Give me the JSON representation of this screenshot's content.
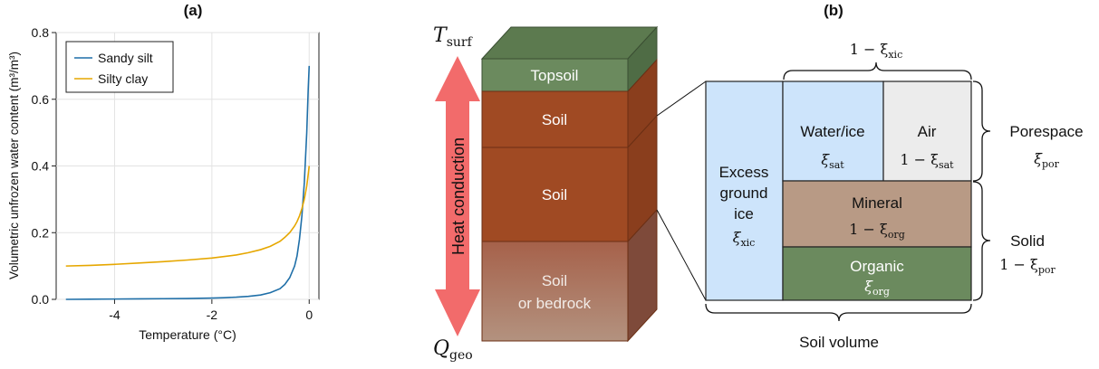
{
  "panel_a": {
    "label": "(a)",
    "chart_data": {
      "type": "line",
      "title": "",
      "xlabel": "Temperature (°C)",
      "ylabel": "Volumetric unfrozen water content (m³/m³)",
      "xlim": [
        -5.2,
        0.2
      ],
      "ylim": [
        0.0,
        0.8
      ],
      "xticks": [
        -4,
        -2,
        0
      ],
      "xtick_labels": [
        "-4",
        "-2",
        "0"
      ],
      "yticks": [
        0.0,
        0.2,
        0.4,
        0.6,
        0.8
      ],
      "ytick_labels": [
        "0.0",
        "0.2",
        "0.4",
        "0.6",
        "0.8"
      ],
      "grid": true,
      "legend_position": "top-left",
      "series": [
        {
          "name": "Sandy silt",
          "color": "#1f6fa8",
          "x": [
            -5.0,
            -4.5,
            -4.0,
            -3.5,
            -3.0,
            -2.5,
            -2.0,
            -1.75,
            -1.5,
            -1.25,
            -1.0,
            -0.8,
            -0.6,
            -0.5,
            -0.4,
            -0.3,
            -0.25,
            -0.2,
            -0.15,
            -0.1,
            -0.05,
            -0.02,
            0.0
          ],
          "y": [
            0.0,
            0.0005,
            0.001,
            0.0015,
            0.002,
            0.0025,
            0.004,
            0.005,
            0.0065,
            0.009,
            0.013,
            0.02,
            0.032,
            0.045,
            0.065,
            0.1,
            0.13,
            0.18,
            0.25,
            0.35,
            0.5,
            0.63,
            0.7
          ]
        },
        {
          "name": "Silty clay",
          "color": "#e6a700",
          "x": [
            -5.0,
            -4.5,
            -4.0,
            -3.5,
            -3.0,
            -2.5,
            -2.0,
            -1.5,
            -1.25,
            -1.0,
            -0.8,
            -0.6,
            -0.5,
            -0.4,
            -0.3,
            -0.25,
            -0.2,
            -0.15,
            -0.1,
            -0.05,
            -0.02,
            0.0
          ],
          "y": [
            0.1,
            0.102,
            0.105,
            0.109,
            0.113,
            0.118,
            0.124,
            0.133,
            0.14,
            0.149,
            0.159,
            0.174,
            0.186,
            0.2,
            0.22,
            0.233,
            0.25,
            0.272,
            0.3,
            0.34,
            0.375,
            0.4
          ]
        }
      ]
    }
  },
  "panel_middle": {
    "top_boundary_label": "T",
    "top_boundary_sub": "surf",
    "bottom_boundary_label": "Q",
    "bottom_boundary_sub": "geo",
    "arrow_label": "Heat conduction",
    "layers": [
      {
        "label": "Topsoil",
        "color": "#6b8a5e"
      },
      {
        "label": "Soil",
        "color": "#a04a23"
      },
      {
        "label": "Soil",
        "color": "#a04a23"
      },
      {
        "label_line1": "Soil",
        "label_line2": "or bedrock",
        "color": "#a06a55"
      }
    ],
    "top_color": "#5c7a4f",
    "arrow_color": "#f26b6b"
  },
  "panel_b": {
    "label": "(b)",
    "top_brace_math": "1 − ξ",
    "top_brace_sub": "xic",
    "excess_ice": {
      "line1": "Excess",
      "line2": "ground",
      "line3": "ice",
      "math": "ξ",
      "sub": "xic",
      "color": "#cde4fb"
    },
    "water_ice": {
      "label": "Water/ice",
      "math": "ξ",
      "sub": "sat",
      "color": "#cde4fb"
    },
    "air": {
      "label": "Air",
      "math": "1 − ξ",
      "sub": "sat",
      "color": "#ececec"
    },
    "mineral": {
      "label": "Mineral",
      "math": "1 − ξ",
      "sub": "org",
      "color": "#b89a85"
    },
    "organic": {
      "label": "Organic",
      "math": "ξ",
      "sub": "org",
      "color": "#6b8a5e"
    },
    "porespace": {
      "label": "Porespace",
      "math": "ξ",
      "sub": "por"
    },
    "solid": {
      "label": "Solid",
      "math": "1 − ξ",
      "sub": "por"
    },
    "bottom_label": "Soil volume"
  }
}
